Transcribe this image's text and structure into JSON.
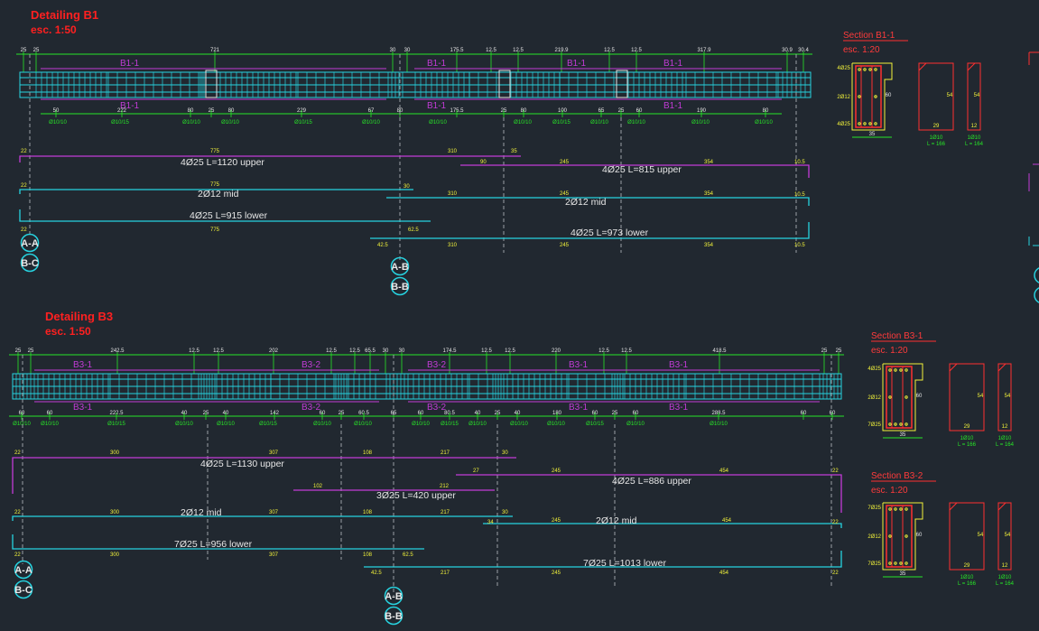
{
  "drawing": {
    "b1": {
      "title": "Detailing B1",
      "scale": "esc. 1:50",
      "top_dims": [
        "25",
        "25",
        "721",
        "30",
        "30",
        "175.5",
        "12.5",
        "12.5",
        "219.9",
        "12.5",
        "12.5",
        "317.9",
        "30.9",
        "30.4"
      ],
      "section_marks_top": [
        "B1-1",
        "B1-1",
        "B1-1",
        "B1-1"
      ],
      "section_marks_bottom": [
        "B1-1",
        "B1-1",
        "B1-1"
      ],
      "bottom_dims": [
        "50",
        "222",
        "80",
        "25",
        "80",
        "229",
        "67",
        "80",
        "175.5",
        "25",
        "80",
        "100",
        "65",
        "25",
        "60",
        "190",
        "80"
      ],
      "spacing_labels": [
        "Ø10/10",
        "Ø10/15",
        "Ø10/10",
        "Ø10/10",
        "Ø10/15",
        "Ø10/10",
        "Ø10/10",
        "Ø10/10",
        "Ø10/15",
        "Ø10/10",
        "Ø10/10",
        "Ø10/10",
        "Ø10/10"
      ],
      "bars": [
        {
          "label": "4Ø25 L=1120 upper"
        },
        {
          "label": "4Ø25 L=815 upper"
        },
        {
          "label": "2Ø12 mid"
        },
        {
          "label": "2Ø12 mid"
        },
        {
          "label": "4Ø25 L=915 lower"
        },
        {
          "label": "4Ø25 L=973 lower"
        }
      ],
      "bar_yellow_labels": [
        "22",
        "775",
        "310",
        "35",
        "90",
        "245",
        "354",
        "10.5",
        "22",
        "775",
        "30",
        "310",
        "245",
        "354",
        "10.5",
        "22",
        "775",
        "62.5",
        "42.5",
        "310",
        "245",
        "354",
        "10.5"
      ],
      "tags": [
        "A-A",
        "B-C",
        "A-B",
        "B-B"
      ]
    },
    "b3": {
      "title": "Detailing B3",
      "scale": "esc. 1:50",
      "top_dims": [
        "25",
        "25",
        "242.5",
        "12.5",
        "12.5",
        "202",
        "12.5",
        "12.5",
        "65.5",
        "30",
        "30",
        "174.5",
        "12.5",
        "12.5",
        "220",
        "12.5",
        "12.5",
        "418.5",
        "25",
        "25"
      ],
      "section_marks_top": [
        "B3-1",
        "B3-2",
        "B3-2",
        "B3-1",
        "B3-1"
      ],
      "section_marks_bottom": [
        "B3-1",
        "B3-2",
        "B3-2",
        "B3-1",
        "B3-1"
      ],
      "bottom_dims": [
        "60",
        "60",
        "222.5",
        "40",
        "25",
        "40",
        "142",
        "60",
        "25",
        "60.5",
        "65",
        "60",
        "80.5",
        "40",
        "25",
        "40",
        "180",
        "60",
        "25",
        "60",
        "288.5",
        "60",
        "60"
      ],
      "spacing_labels": [
        "Ø10/10",
        "Ø10/10",
        "Ø10/15",
        "Ø10/10",
        "Ø10/10",
        "Ø10/15",
        "Ø10/10",
        "Ø10/10",
        "Ø10/10",
        "Ø10/15",
        "Ø10/10",
        "Ø10/10",
        "Ø10/10",
        "Ø10/15",
        "Ø10/10",
        "Ø10/10"
      ],
      "bars": [
        {
          "label": "4Ø25 L=1130 upper"
        },
        {
          "label": "4Ø25 L=886 upper"
        },
        {
          "label": "3Ø25 L=420 upper"
        },
        {
          "label": "2Ø12 mid"
        },
        {
          "label": "2Ø12 mid"
        },
        {
          "label": "7Ø25 L=956 lower"
        },
        {
          "label": "7Ø25 L=1013 lower"
        }
      ],
      "bar_yellow_labels": [
        "22",
        "300",
        "307",
        "108",
        "217",
        "30",
        "27",
        "245",
        "454",
        "22",
        "102",
        "212",
        "22",
        "300",
        "307",
        "108",
        "217",
        "30",
        "34",
        "245",
        "454",
        "22",
        "22",
        "300",
        "307",
        "108",
        "62.5",
        "42.5",
        "217",
        "245",
        "454",
        "22"
      ],
      "tags": [
        "A-A",
        "B-C",
        "A-B",
        "B-B"
      ]
    },
    "sections": [
      {
        "title": "Section B1-1",
        "scale": "esc. 1:20",
        "left_labels": [
          "4Ø25",
          "2Ø12",
          "4Ø25"
        ],
        "width_dim": "35",
        "height_dim": "60",
        "stirrup_dims": [
          "29",
          "54",
          "12",
          "54"
        ],
        "stirrup_labels": [
          "1Ø10",
          "L = 166",
          "1Ø10",
          "L = 164"
        ]
      },
      {
        "title": "Section B3-1",
        "scale": "esc. 1:20",
        "left_labels": [
          "4Ø25",
          "2Ø12",
          "7Ø25"
        ],
        "width_dim": "35",
        "height_dim": "60",
        "stirrup_dims": [
          "29",
          "54",
          "12",
          "54"
        ],
        "stirrup_labels": [
          "1Ø10",
          "L = 166",
          "1Ø10",
          "L = 164"
        ]
      },
      {
        "title": "Section B3-2",
        "scale": "esc. 1:20",
        "left_labels": [
          "7Ø25",
          "2Ø12",
          "7Ø25"
        ],
        "width_dim": "35",
        "height_dim": "60",
        "stirrup_dims": [
          "29",
          "54",
          "12",
          "54"
        ],
        "stirrup_labels": [
          "1Ø10",
          "L = 166",
          "1Ø10",
          "L = 164"
        ]
      }
    ],
    "colors": {
      "background": "#212830",
      "title": "#ff2020",
      "beam": "#27d3e0",
      "stirrup": "#27d3e0",
      "dim": "#27e627",
      "upper_bar": "#c23bd6",
      "lower_bar": "#27d3e0",
      "yellow": "#f2f23a",
      "section_outline": "#f2f23a",
      "section_red": "#ff3030"
    }
  }
}
